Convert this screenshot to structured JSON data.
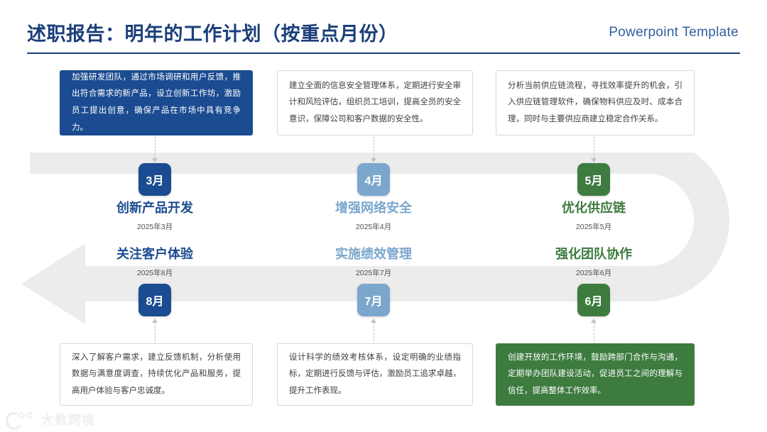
{
  "header": {
    "title": "述职报告：明年的工作计划（按重点月份）",
    "subtitle": "Powerpoint Template"
  },
  "colors": {
    "navy": "#1b4b91",
    "light_blue": "#7ba7cd",
    "green": "#3d7b3f",
    "ribbon": "#ececec",
    "title": "#1b3f7a",
    "subtitle": "#2f5fa0"
  },
  "timeline": {
    "top_row": [
      {
        "badge": "3月",
        "heading": "创新产品开发",
        "date": "2025年3月",
        "color": "#1b4b91",
        "card_style": "navy",
        "description": "加强研发团队，通过市场调研和用户反馈，推出符合需求的新产品，设立创新工作坊，激励员工提出创意，确保产品在市场中具有竞争力。"
      },
      {
        "badge": "4月",
        "heading": "增强网络安全",
        "date": "2025年4月",
        "color": "#7ba7cd",
        "card_style": "plain",
        "description": "建立全面的信息安全管理体系，定期进行安全审计和风险评估，组织员工培训，提高全员的安全意识，保障公司和客户数据的安全性。"
      },
      {
        "badge": "5月",
        "heading": "优化供应链",
        "date": "2025年5月",
        "color": "#3d7b3f",
        "card_style": "plain",
        "description": "分析当前供应链流程，寻找效率提升的机会，引入供应链管理软件，确保物料供应及时、成本合理，同时与主要供应商建立稳定合作关系。"
      }
    ],
    "bottom_row": [
      {
        "badge": "8月",
        "heading": "关注客户体验",
        "date": "2025年8月",
        "color": "#1b4b91",
        "card_style": "plain",
        "description": "深入了解客户需求，建立反馈机制，分析使用数据与满意度调查，持续优化产品和服务，提高用户体验与客户忠诚度。"
      },
      {
        "badge": "7月",
        "heading": "实施绩效管理",
        "date": "2025年7月",
        "color": "#7ba7cd",
        "card_style": "plain",
        "description": "设计科学的绩效考核体系，设定明确的业绩指标，定期进行反馈与评估，激励员工追求卓越，提升工作表现。"
      },
      {
        "badge": "6月",
        "heading": "强化团队协作",
        "date": "2025年6月",
        "color": "#3d7b3f",
        "card_style": "green",
        "description": "创建开放的工作环境，鼓励跨部门合作与沟通，定期举办团队建设活动，促进员工之间的理解与信任，提高整体工作效率。"
      }
    ]
  },
  "watermark": {
    "text": "大数跨境"
  }
}
